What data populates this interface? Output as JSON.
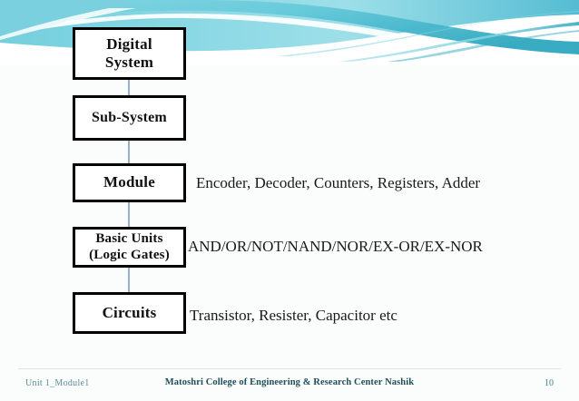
{
  "slide": {
    "background_color": "#fbfcfc",
    "accent_color": "#6ecfde"
  },
  "header": {
    "decoration_name": "teal-wave-banner",
    "colors": {
      "teal_solid": "#79cfdd",
      "teal_light": "#a9e2ea",
      "teal_deep": "#2ba7be",
      "teal_pale": "#cfeef3"
    }
  },
  "diagram": {
    "type": "flow-hierarchy",
    "nodes": [
      {
        "id": "digital-system",
        "lines": [
          "Digital",
          "System"
        ]
      },
      {
        "id": "sub-system",
        "lines": [
          "Sub-System"
        ]
      },
      {
        "id": "module",
        "lines": [
          "Module"
        ]
      },
      {
        "id": "basic-units",
        "lines": [
          "Basic Units",
          "(Logic Gates)"
        ]
      },
      {
        "id": "circuits",
        "lines": [
          "Circuits"
        ]
      }
    ],
    "annotations": [
      {
        "id": "module-examples",
        "text": "Encoder, Decoder, Counters, Registers, Adder"
      },
      {
        "id": "basic-units-examples",
        "text": "AND/OR/NOT/NAND/NOR/EX-OR/EX-NOR"
      },
      {
        "id": "circuits-examples",
        "text": "Transistor, Resister, Capacitor etc"
      }
    ],
    "connector_color": "#6f8fa8"
  },
  "footer": {
    "left": "Unit 1_Module1",
    "center": "Matoshri College of Engineering & Research Center Nashik",
    "page_number": "10"
  }
}
